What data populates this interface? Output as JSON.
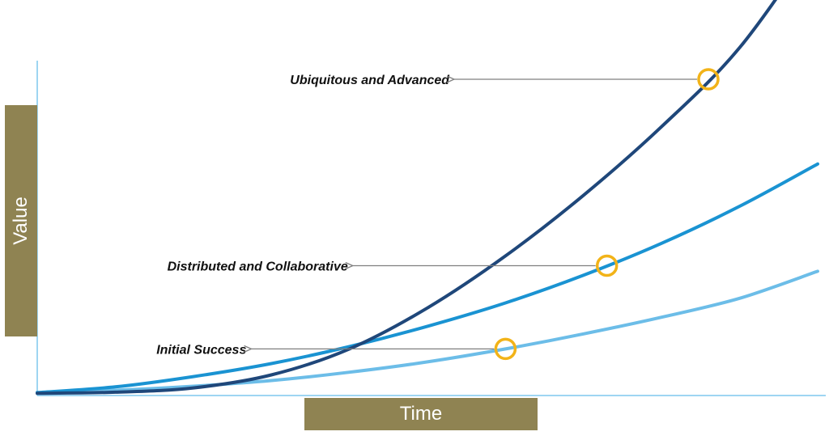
{
  "chart_data": {
    "type": "line",
    "xlabel": "Time",
    "ylabel": "Value",
    "xlim": [
      0,
      100
    ],
    "ylim": [
      0,
      100
    ],
    "grid": false,
    "legend": "none",
    "series": [
      {
        "color": "#6cbde8",
        "x": [
          0,
          10,
          20,
          30,
          40,
          50,
          60,
          70,
          80,
          90,
          100
        ],
        "y": [
          0.4,
          1.1,
          2.3,
          4.0,
          6.5,
          9.6,
          13.5,
          18.0,
          23.0,
          28.7,
          36.8
        ]
      },
      {
        "color": "#1a93d2",
        "x": [
          0,
          10,
          20,
          30,
          40,
          50,
          60,
          70,
          80,
          90,
          100
        ],
        "y": [
          0.4,
          2.1,
          5.2,
          9.1,
          14.2,
          20.3,
          27.3,
          35.6,
          45.2,
          56.3,
          69.0
        ]
      },
      {
        "color": "#1f477a",
        "x": [
          0,
          10,
          20,
          30,
          40,
          50,
          60,
          70,
          80,
          90,
          100
        ],
        "y": [
          0.2,
          0.5,
          1.8,
          5.7,
          13.5,
          25.8,
          41.4,
          59.6,
          80.2,
          103.9,
          136.6
        ]
      }
    ],
    "annotations": [
      {
        "text": "Initial Success",
        "series": 0,
        "x": 60
      },
      {
        "text": "Distributed and Collaborative",
        "series": 1,
        "x": 73
      },
      {
        "text": "Ubiquitous and Advanced",
        "series": 2,
        "x": 86
      }
    ],
    "marker_color": "#f2b318",
    "arrow_color": "#7f7f7f",
    "axis_color": "#7fc7ee",
    "label_box_color": "#8f8352"
  }
}
